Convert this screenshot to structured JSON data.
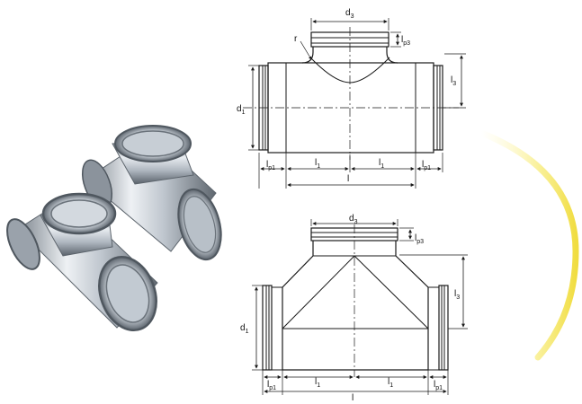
{
  "top_drawing": {
    "labels": {
      "d3": {
        "main": "d",
        "sub": "3"
      },
      "r": {
        "main": "r",
        "sub": ""
      },
      "lp3": {
        "main": "l",
        "sub": "p3"
      },
      "l3": {
        "main": "l",
        "sub": "3"
      },
      "d1": {
        "main": "d",
        "sub": "1"
      },
      "lp1_left": {
        "main": "l",
        "sub": "p1"
      },
      "l1_left": {
        "main": "l",
        "sub": "1"
      },
      "l1_right": {
        "main": "l",
        "sub": "1"
      },
      "lp1_right": {
        "main": "l",
        "sub": "p1"
      },
      "l": {
        "main": "l",
        "sub": ""
      }
    }
  },
  "bottom_drawing": {
    "labels": {
      "d3": {
        "main": "d",
        "sub": "3"
      },
      "lp3": {
        "main": "l",
        "sub": "p3"
      },
      "l3": {
        "main": "l",
        "sub": "3"
      },
      "d1": {
        "main": "d",
        "sub": "1"
      },
      "lp1_left": {
        "main": "l",
        "sub": "p1"
      },
      "l1_left": {
        "main": "l",
        "sub": "1"
      },
      "l1_right": {
        "main": "l",
        "sub": "1"
      },
      "lp1_right": {
        "main": "l",
        "sub": "p1"
      },
      "l": {
        "main": "l",
        "sub": ""
      }
    }
  },
  "colors": {
    "line": "#1a1a1a",
    "metal_light": "#e8ebef",
    "metal_mid": "#b9c0c8",
    "metal_dark": "#6f7780",
    "glow": "#f2e23a"
  }
}
